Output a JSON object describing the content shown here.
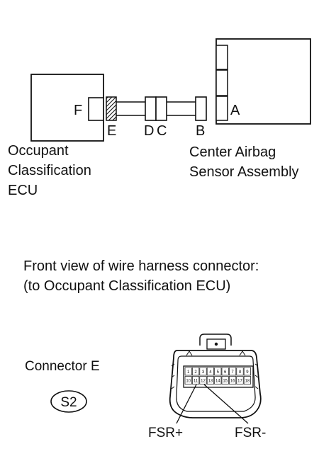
{
  "wiring_diagram": {
    "left_component": {
      "name_lines": [
        "Occupant",
        "Classification",
        "ECU"
      ],
      "connector_label": "F"
    },
    "right_component": {
      "name_lines": [
        "Center Airbag",
        "Sensor Assembly"
      ],
      "connector_label": "A"
    },
    "harness_connector_labels": {
      "e": "E",
      "d": "D",
      "c": "C",
      "b": "B"
    }
  },
  "front_view": {
    "caption_lines": [
      "Front view of wire harness connector:",
      "(to Occupant Classification ECU)"
    ],
    "connector_name": "Connector E",
    "connector_code": "S2",
    "pins_top_row": [
      "1",
      "2",
      "3",
      "4",
      "5",
      "6",
      "7",
      "8",
      "9"
    ],
    "pins_bottom_row": [
      "10",
      "11",
      "12",
      "13",
      "14",
      "15",
      "16",
      "17",
      "18"
    ],
    "terminal_labels": {
      "plus": "FSR+",
      "minus": "FSR-"
    }
  }
}
